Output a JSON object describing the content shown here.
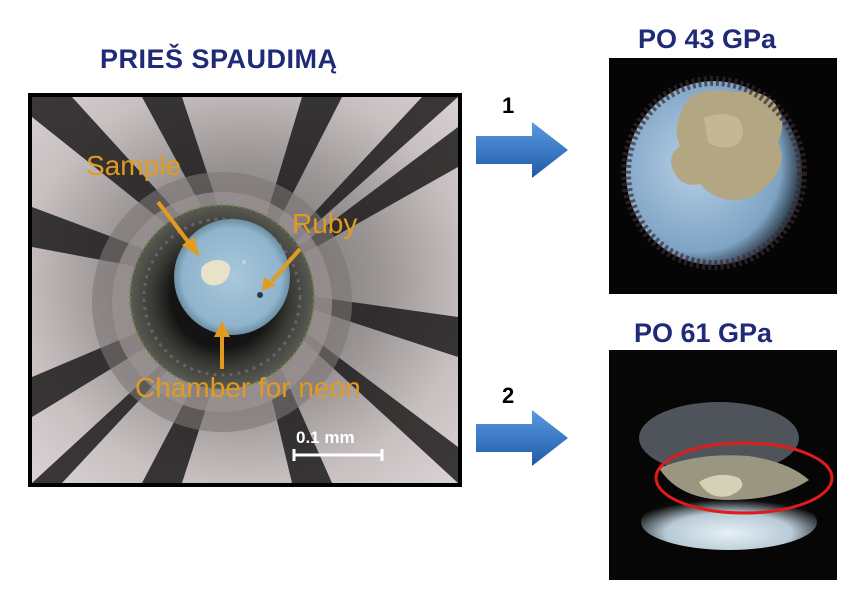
{
  "titles": {
    "before": "PRIEŠ SPAUDIMĄ",
    "after_43": "PO 43 GPa",
    "after_61": "PO 61 GPa"
  },
  "labels": {
    "sample": "Sample",
    "ruby": "Ruby",
    "chamber": "Chamber for neon",
    "scale_bar": "0.1 mm"
  },
  "steps": {
    "step1": "1",
    "step2": "2"
  },
  "colors": {
    "title": "#1f2a78",
    "annotation": "#e39b1f",
    "arrow": "#2e6fc0",
    "highlight_ellipse": "#e01b1b"
  }
}
